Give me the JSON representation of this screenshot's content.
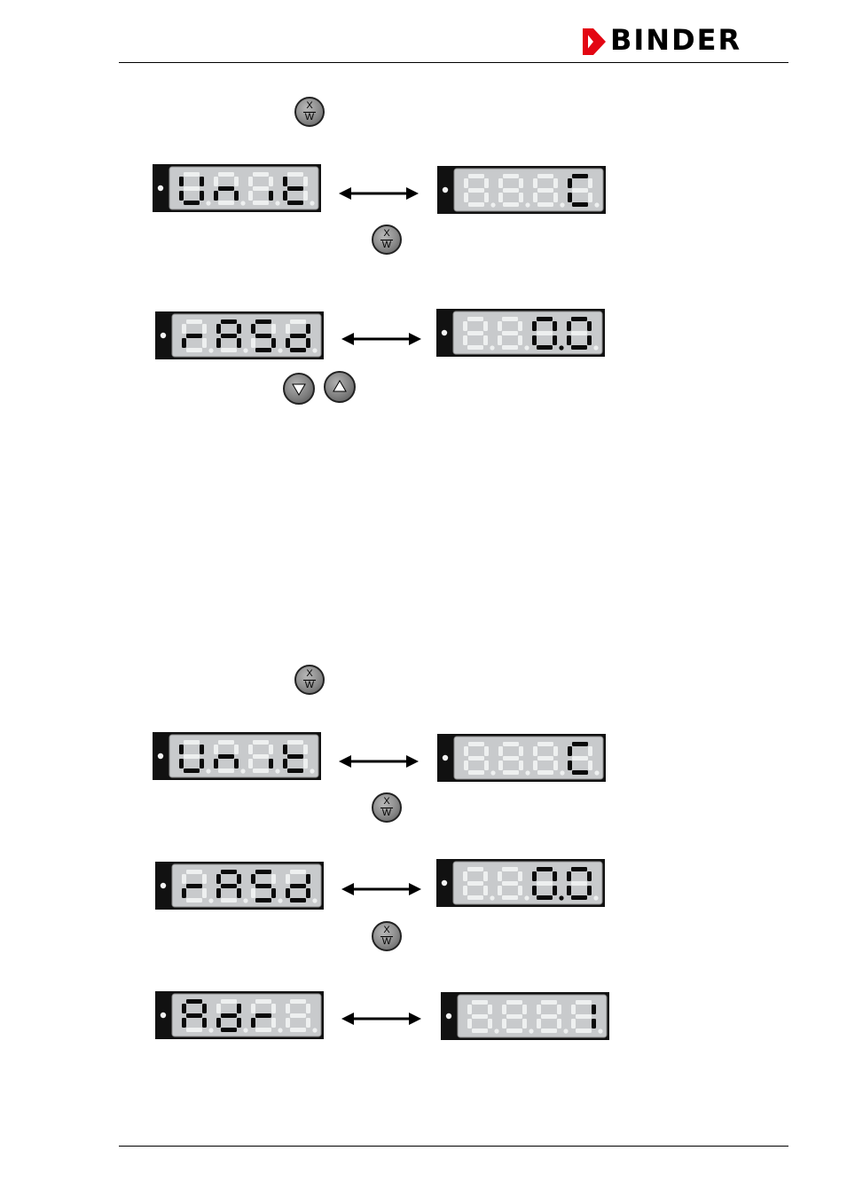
{
  "header": {
    "brand": "BINDER",
    "brand_color": "#000000",
    "brand_mark_color": "#e30613"
  },
  "buttons": {
    "xw_top": "X",
    "xw_bottom": "W",
    "down": "arrow-down-icon",
    "up": "arrow-up-icon"
  },
  "sequences": [
    {
      "steps": [
        {
          "param": "Unit",
          "value": "C"
        },
        {
          "param": "rASd",
          "value": "0.0"
        }
      ]
    },
    {
      "steps": [
        {
          "param": "Unit",
          "value": "C"
        },
        {
          "param": "rASd",
          "value": "0.0"
        },
        {
          "param": "Adr",
          "value": "1"
        }
      ]
    }
  ]
}
